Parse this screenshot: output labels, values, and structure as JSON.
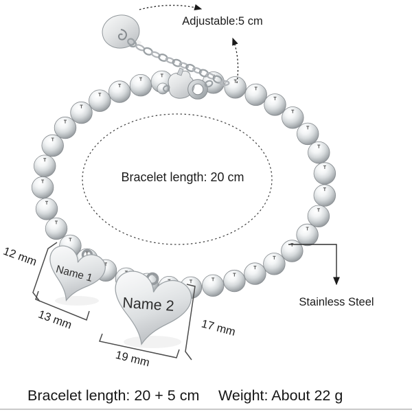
{
  "product": {
    "top_annotation": "Adjustable:5 cm",
    "inner_annotation": "Bracelet length: 20 cm",
    "material": "Stainless Steel",
    "charms": {
      "small": "Name 1",
      "large": "Name 2"
    },
    "dimensions": {
      "small_heart_height": "12 mm",
      "small_heart_width": "13 mm",
      "large_heart_height": "17 mm",
      "large_heart_width": "19 mm"
    }
  },
  "footer": {
    "length": "Bracelet length: 20 + 5 cm",
    "weight": "Weight: About 22 g"
  },
  "colors": {
    "background": "#ffffff",
    "text": "#1b1b1b",
    "dimension_line": "#4a4a4a",
    "metal_light": "#f6f7f8",
    "metal_mid": "#c6cacd",
    "metal_dark": "#84898d",
    "footer_rule": "#c9c9c9"
  }
}
